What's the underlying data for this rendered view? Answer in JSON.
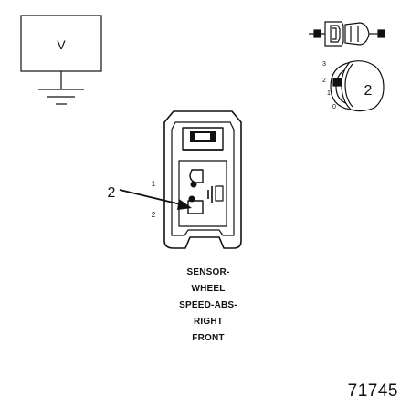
{
  "voltmeter": {
    "symbol": "V"
  },
  "position_switch": {
    "scale_labels": [
      "3",
      "2",
      "1",
      "0"
    ],
    "position_number": "2"
  },
  "connector": {
    "pin_labels": [
      "1",
      "2"
    ],
    "callout_number": "2"
  },
  "component_label": {
    "lines": [
      "SENSOR-",
      "WHEEL",
      "SPEED-ABS-",
      "RIGHT",
      "FRONT"
    ]
  },
  "figure_number": "71745"
}
